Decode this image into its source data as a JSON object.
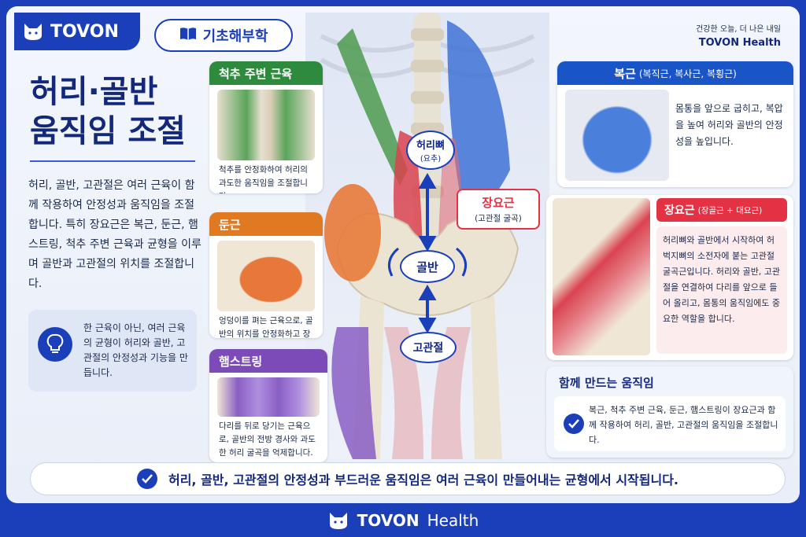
{
  "brand": {
    "name": "TOVON",
    "tagline": "건강한 오늘, 더 나은 내일",
    "health": "TOVON Health"
  },
  "badge": {
    "label": "기초해부학"
  },
  "title": {
    "line1": "허리·골반",
    "line2": "움직임 조절"
  },
  "intro": "허리, 골반, 고관절은 여러 근육이 함께 작용하여 안정성과 움직임을 조절합니다. 특히 장요근은 복근, 둔근, 햄스트링, 척추 주변 근육과 균형을 이루며 골반과 고관절의 위치를 조절합니다.",
  "tip": "한 근육이 아닌, 여러 근육의 균형이 허리와 골반, 고관절의 안정성과 기능을 만듭니다.",
  "cards": {
    "spine": {
      "title": "척추 주변 근육",
      "text": "척추를 안정화하여 허리의 과도한 움직임을 조절합니다."
    },
    "glute": {
      "title": "둔근",
      "text": "엉덩이를 펴는 근육으로, 골반의 위치를 안정화하고 장요근과 균형을 이룹니다."
    },
    "ham": {
      "title": "햄스트링",
      "text": "다리를 뒤로 당기는 근육으로, 골반의 전방 경사와 과도한 허리 굴곡을 억제합니다."
    },
    "abs": {
      "title": "복근",
      "sub": "(복직근, 복사근, 복횡근)",
      "text": "몸통을 앞으로 굽히고, 복압을 높여 허리와 골반의 안정성을 높입니다."
    },
    "psoas": {
      "title": "장요근",
      "sub": "(장골근 + 대요근)",
      "text": "허리뼈와 골반에서 시작하여 허벅지뼈의 소전자에 붙는 고관절 굴곡근입니다. 허리와 골반, 고관절을 연결하여 다리를 앞으로 들어 올리고, 몸통의 움직임에도 중요한 역할을 합니다."
    },
    "together": {
      "title": "함께 만드는 움직임",
      "text": "복근, 척추 주변 근육, 둔근, 햄스트링이 장요근과 함께 작용하여 허리, 골반, 고관절의 움직임을 조절합니다."
    }
  },
  "labels": {
    "lumbar": "허리뼈",
    "lumbar_sub": "(요추)",
    "pelvis": "골반",
    "hip": "고관절",
    "psoas": "장요근",
    "psoas_sub": "(고관절 굴곡)"
  },
  "banner": "허리, 골반, 고관절의 안정성과 부드러운 움직임은 여러 근육이 만들어내는 균형에서 시작됩니다.",
  "footer": {
    "brand": "TOVON",
    "suffix": "Health"
  },
  "colors": {
    "primary": "#1a3fb8",
    "spine": "#2e8b3d",
    "glute": "#e07a22",
    "ham": "#7d4bb8",
    "abs": "#1a55c8",
    "psoas": "#e33244"
  },
  "icons": [
    "cat-logo-icon",
    "book-icon",
    "lightbulb-icon",
    "check-icon"
  ]
}
